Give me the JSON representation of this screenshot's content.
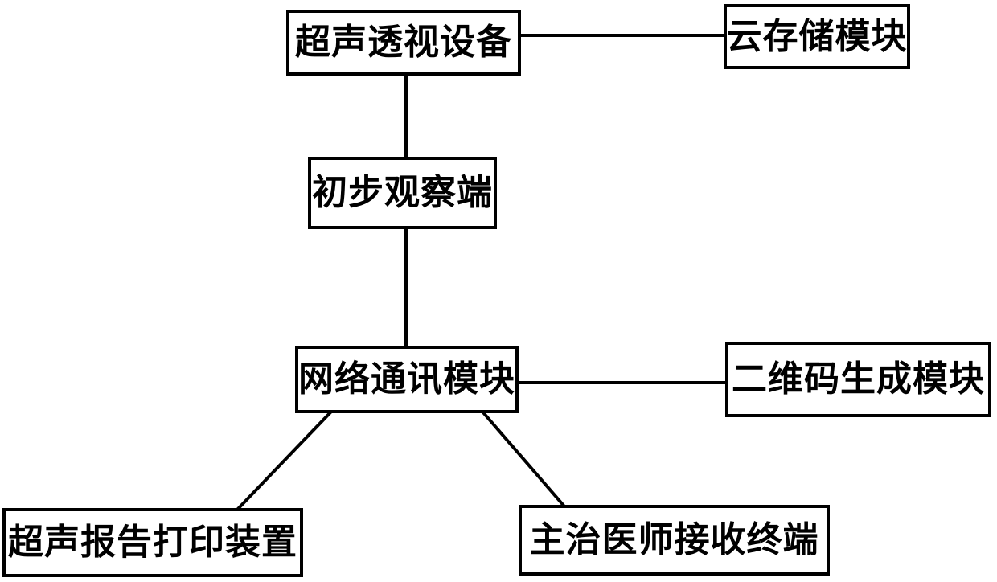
{
  "diagram": {
    "title": "ultrasound-system-block-diagram",
    "colors": {
      "background": "#ffffff",
      "line": "#000000",
      "box_border": "#000000",
      "text": "#000000"
    },
    "nodes": [
      {
        "id": "ultrasound-device",
        "label": "超声透视设备"
      },
      {
        "id": "cloud-storage",
        "label": "云存储模块"
      },
      {
        "id": "preliminary-observation",
        "label": "初步观察端"
      },
      {
        "id": "network-communication",
        "label": "网络通讯模块"
      },
      {
        "id": "qr-code-generation",
        "label": "二维码生成模块"
      },
      {
        "id": "report-printing",
        "label": "超声报告打印装置"
      },
      {
        "id": "physician-terminal",
        "label": "主治医师接收终端"
      }
    ],
    "edges": [
      {
        "from": "ultrasound-device",
        "to": "cloud-storage"
      },
      {
        "from": "ultrasound-device",
        "to": "preliminary-observation"
      },
      {
        "from": "preliminary-observation",
        "to": "network-communication"
      },
      {
        "from": "network-communication",
        "to": "qr-code-generation"
      },
      {
        "from": "network-communication",
        "to": "report-printing"
      },
      {
        "from": "network-communication",
        "to": "physician-terminal"
      }
    ]
  }
}
